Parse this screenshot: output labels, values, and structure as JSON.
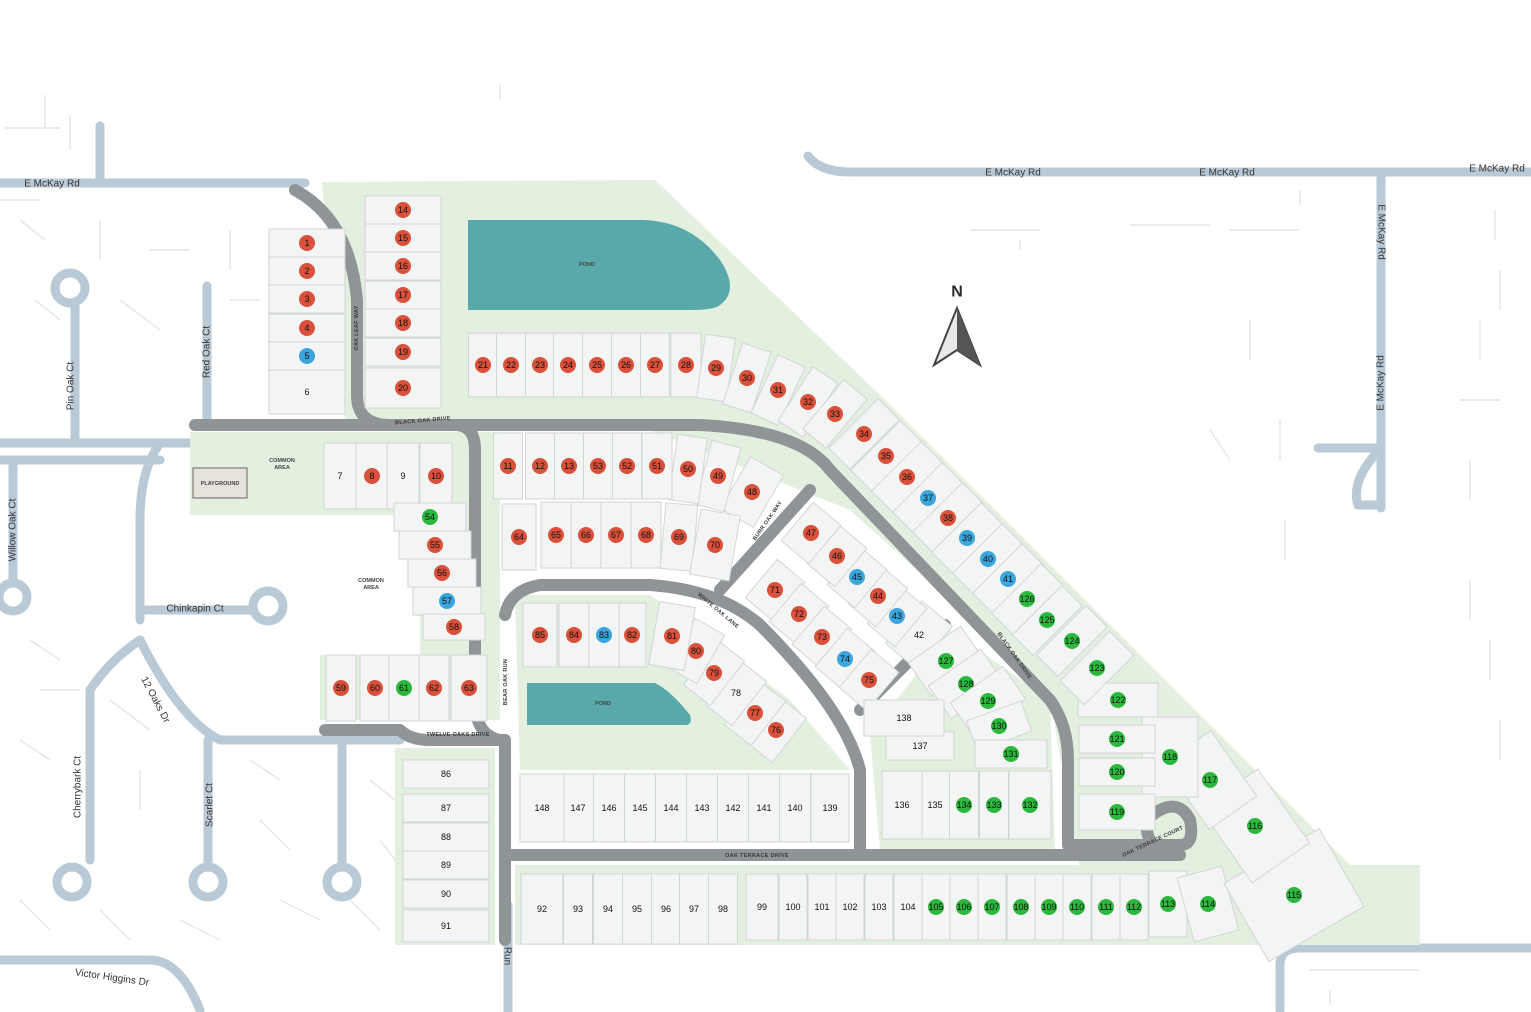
{
  "colors": {
    "sold": "#d9503b",
    "available": "#2bb83c",
    "pending": "#3aa6dc",
    "pond": "#59a9ab",
    "green_space": "#e3efdf",
    "road": "#8f9496",
    "external_road": "#b9c9d6"
  },
  "compass": {
    "label": "N",
    "icon": "north-arrow-icon"
  },
  "external_roads": {
    "mckay_west": "E McKay Rd",
    "mckay_mid": "E McKay Rd",
    "mckay_mid2": "E McKay Rd",
    "mckay_east": "E McKay Rd",
    "mckay_vertical_top": "E McKay Rd",
    "mckay_vertical_mid": "E McKay Rd",
    "red_oak": "Red Oak Ct",
    "pin_oak": "Pin Oak Ct",
    "willow_oak": "Willow Oak Ct",
    "chinkapin": "Chinkapin Ct",
    "twelve_oaks": "12 Oaks Dr",
    "cherrybark": "Cherrybark Ct",
    "scarlet": "Scarlet Ct",
    "victor_higgins": "Victor Higgins Dr",
    "run": "Run"
  },
  "streets": {
    "black_oak_drive_top": "BLACK OAK DRIVE",
    "black_oak_drive_east": "BLACK OAK DRIVE",
    "oak_leaf_way": "OAK LEAF WAY",
    "burr_oak_way": "BURR OAK WAY",
    "white_oak_lane": "WHITE OAK LANE",
    "bear_oak_run": "BEAR OAK RUN",
    "twelve_oaks_drive": "TWELVE OAKS DRIVE",
    "oak_terrace_drive": "OAK TERRACE DRIVE",
    "oak_terrace_court": "OAK TERRACE COURT"
  },
  "areas": {
    "pond_north": "POND",
    "pond_south": "POND",
    "playground": "PLAYGROUND",
    "common_area_1_line1": "COMMON",
    "common_area_1_line2": "AREA",
    "common_area_2_line1": "COMMON",
    "common_area_2_line2": "AREA"
  },
  "lots": [
    {
      "n": "1",
      "status": "sold"
    },
    {
      "n": "2",
      "status": "sold"
    },
    {
      "n": "3",
      "status": "sold"
    },
    {
      "n": "4",
      "status": "sold"
    },
    {
      "n": "5",
      "status": "pending"
    },
    {
      "n": "6",
      "status": "none"
    },
    {
      "n": "7",
      "status": "none"
    },
    {
      "n": "8",
      "status": "sold"
    },
    {
      "n": "9",
      "status": "none"
    },
    {
      "n": "10",
      "status": "sold"
    },
    {
      "n": "11",
      "status": "sold"
    },
    {
      "n": "12",
      "status": "sold"
    },
    {
      "n": "13",
      "status": "sold"
    },
    {
      "n": "14",
      "status": "sold"
    },
    {
      "n": "15",
      "status": "sold"
    },
    {
      "n": "16",
      "status": "sold"
    },
    {
      "n": "17",
      "status": "sold"
    },
    {
      "n": "18",
      "status": "sold"
    },
    {
      "n": "19",
      "status": "sold"
    },
    {
      "n": "20",
      "status": "sold"
    },
    {
      "n": "21",
      "status": "sold"
    },
    {
      "n": "22",
      "status": "sold"
    },
    {
      "n": "23",
      "status": "sold"
    },
    {
      "n": "24",
      "status": "sold"
    },
    {
      "n": "25",
      "status": "sold"
    },
    {
      "n": "26",
      "status": "sold"
    },
    {
      "n": "27",
      "status": "sold"
    },
    {
      "n": "28",
      "status": "sold"
    },
    {
      "n": "29",
      "status": "sold"
    },
    {
      "n": "30",
      "status": "sold"
    },
    {
      "n": "31",
      "status": "sold"
    },
    {
      "n": "32",
      "status": "sold"
    },
    {
      "n": "33",
      "status": "sold"
    },
    {
      "n": "34",
      "status": "sold"
    },
    {
      "n": "35",
      "status": "sold"
    },
    {
      "n": "36",
      "status": "sold"
    },
    {
      "n": "37",
      "status": "pending"
    },
    {
      "n": "38",
      "status": "sold"
    },
    {
      "n": "39",
      "status": "pending"
    },
    {
      "n": "40",
      "status": "pending"
    },
    {
      "n": "41",
      "status": "pending"
    },
    {
      "n": "42",
      "status": "none"
    },
    {
      "n": "43",
      "status": "pending"
    },
    {
      "n": "44",
      "status": "sold"
    },
    {
      "n": "45",
      "status": "pending"
    },
    {
      "n": "46",
      "status": "sold"
    },
    {
      "n": "47",
      "status": "sold"
    },
    {
      "n": "48",
      "status": "sold"
    },
    {
      "n": "49",
      "status": "sold"
    },
    {
      "n": "50",
      "status": "sold"
    },
    {
      "n": "51",
      "status": "sold"
    },
    {
      "n": "52",
      "status": "sold"
    },
    {
      "n": "53",
      "status": "sold"
    },
    {
      "n": "54",
      "status": "available"
    },
    {
      "n": "55",
      "status": "sold"
    },
    {
      "n": "56",
      "status": "sold"
    },
    {
      "n": "57",
      "status": "pending"
    },
    {
      "n": "58",
      "status": "sold"
    },
    {
      "n": "59",
      "status": "sold"
    },
    {
      "n": "60",
      "status": "sold"
    },
    {
      "n": "61",
      "status": "available"
    },
    {
      "n": "62",
      "status": "sold"
    },
    {
      "n": "63",
      "status": "sold"
    },
    {
      "n": "64",
      "status": "sold"
    },
    {
      "n": "65",
      "status": "sold"
    },
    {
      "n": "66",
      "status": "sold"
    },
    {
      "n": "67",
      "status": "sold"
    },
    {
      "n": "68",
      "status": "sold"
    },
    {
      "n": "69",
      "status": "sold"
    },
    {
      "n": "70",
      "status": "sold"
    },
    {
      "n": "71",
      "status": "sold"
    },
    {
      "n": "72",
      "status": "sold"
    },
    {
      "n": "73",
      "status": "sold"
    },
    {
      "n": "74",
      "status": "pending"
    },
    {
      "n": "75",
      "status": "sold"
    },
    {
      "n": "76",
      "status": "sold"
    },
    {
      "n": "77",
      "status": "sold"
    },
    {
      "n": "78",
      "status": "none"
    },
    {
      "n": "79",
      "status": "sold"
    },
    {
      "n": "80",
      "status": "sold"
    },
    {
      "n": "81",
      "status": "sold"
    },
    {
      "n": "82",
      "status": "sold"
    },
    {
      "n": "83",
      "status": "pending"
    },
    {
      "n": "84",
      "status": "sold"
    },
    {
      "n": "85",
      "status": "sold"
    },
    {
      "n": "86",
      "status": "none"
    },
    {
      "n": "87",
      "status": "none"
    },
    {
      "n": "88",
      "status": "none"
    },
    {
      "n": "89",
      "status": "none"
    },
    {
      "n": "90",
      "status": "none"
    },
    {
      "n": "91",
      "status": "none"
    },
    {
      "n": "92",
      "status": "none"
    },
    {
      "n": "93",
      "status": "none"
    },
    {
      "n": "94",
      "status": "none"
    },
    {
      "n": "95",
      "status": "none"
    },
    {
      "n": "96",
      "status": "none"
    },
    {
      "n": "97",
      "status": "none"
    },
    {
      "n": "98",
      "status": "none"
    },
    {
      "n": "99",
      "status": "none"
    },
    {
      "n": "100",
      "status": "none"
    },
    {
      "n": "101",
      "status": "none"
    },
    {
      "n": "102",
      "status": "none"
    },
    {
      "n": "103",
      "status": "none"
    },
    {
      "n": "104",
      "status": "none"
    },
    {
      "n": "105",
      "status": "available"
    },
    {
      "n": "106",
      "status": "available"
    },
    {
      "n": "107",
      "status": "available"
    },
    {
      "n": "108",
      "status": "available"
    },
    {
      "n": "109",
      "status": "available"
    },
    {
      "n": "110",
      "status": "available"
    },
    {
      "n": "111",
      "status": "available"
    },
    {
      "n": "112",
      "status": "available"
    },
    {
      "n": "113",
      "status": "available"
    },
    {
      "n": "114",
      "status": "available"
    },
    {
      "n": "115",
      "status": "available"
    },
    {
      "n": "116",
      "status": "available"
    },
    {
      "n": "117",
      "status": "available"
    },
    {
      "n": "118",
      "status": "available"
    },
    {
      "n": "119",
      "status": "available"
    },
    {
      "n": "120",
      "status": "available"
    },
    {
      "n": "121",
      "status": "available"
    },
    {
      "n": "122",
      "status": "available"
    },
    {
      "n": "123",
      "status": "available"
    },
    {
      "n": "124",
      "status": "available"
    },
    {
      "n": "125",
      "status": "available"
    },
    {
      "n": "126",
      "status": "available"
    },
    {
      "n": "127",
      "status": "available"
    },
    {
      "n": "128",
      "status": "available"
    },
    {
      "n": "129",
      "status": "available"
    },
    {
      "n": "130",
      "status": "available"
    },
    {
      "n": "131",
      "status": "available"
    },
    {
      "n": "132",
      "status": "available"
    },
    {
      "n": "133",
      "status": "available"
    },
    {
      "n": "134",
      "status": "available"
    },
    {
      "n": "135",
      "status": "none"
    },
    {
      "n": "136",
      "status": "none"
    },
    {
      "n": "137",
      "status": "none"
    },
    {
      "n": "138",
      "status": "none"
    },
    {
      "n": "139",
      "status": "none"
    },
    {
      "n": "140",
      "status": "none"
    },
    {
      "n": "141",
      "status": "none"
    },
    {
      "n": "142",
      "status": "none"
    },
    {
      "n": "143",
      "status": "none"
    },
    {
      "n": "144",
      "status": "none"
    },
    {
      "n": "145",
      "status": "none"
    },
    {
      "n": "146",
      "status": "none"
    },
    {
      "n": "147",
      "status": "none"
    },
    {
      "n": "148",
      "status": "none"
    }
  ]
}
